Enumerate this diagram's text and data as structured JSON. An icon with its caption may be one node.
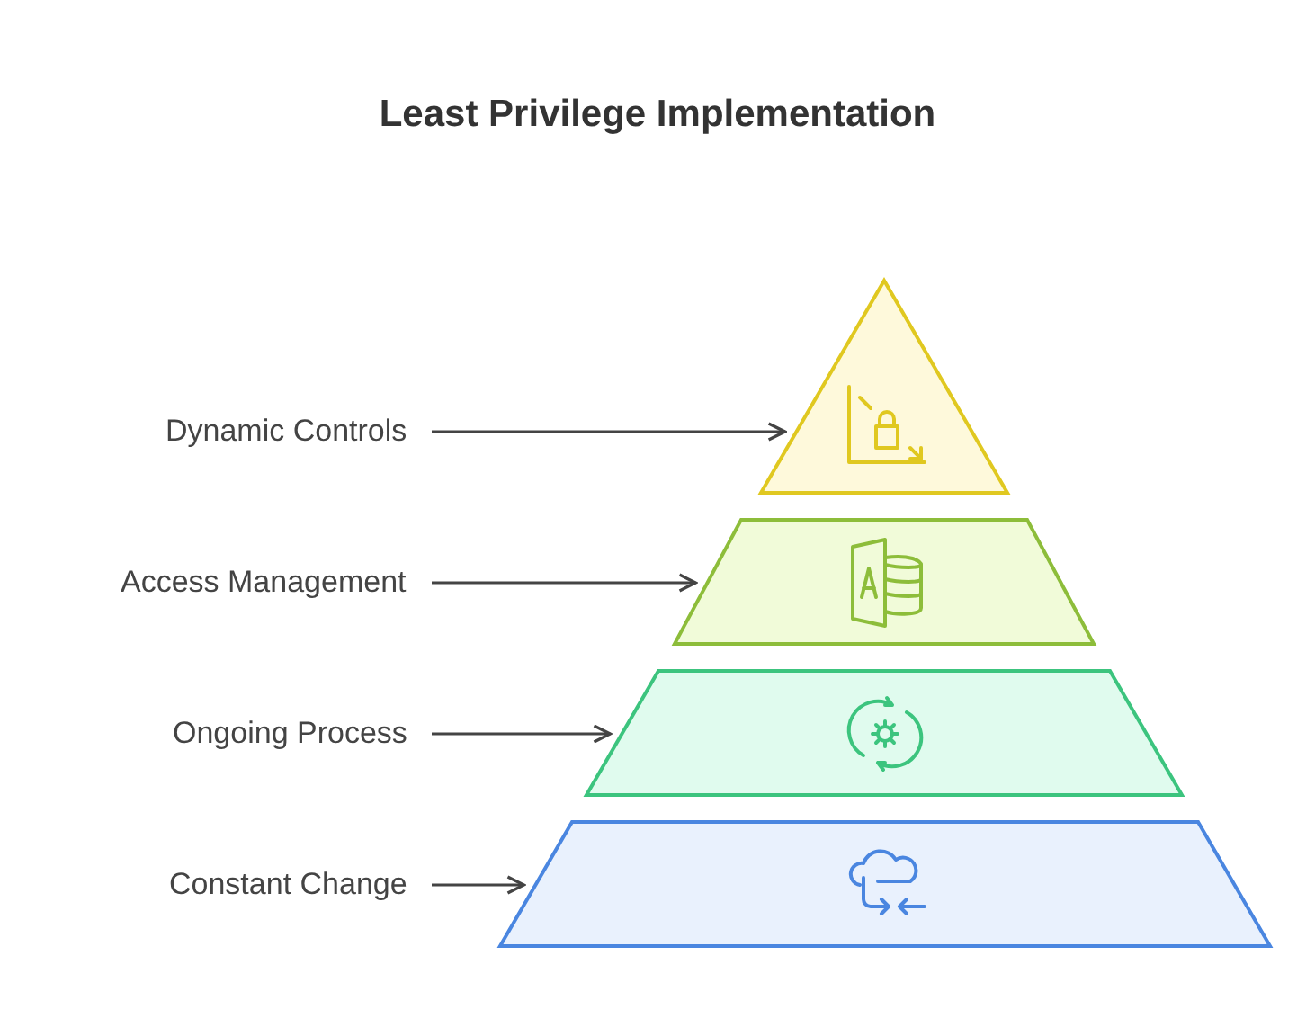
{
  "diagram": {
    "title": "Least Privilege Implementation",
    "nodes": [
      {
        "text": [
          "Dynamic Controls"
        ]
      },
      {
        "text": [],
        "shape": "triangle"
      },
      {
        "text": [
          "Access Management"
        ]
      },
      {
        "text": [],
        "shape": "trapezoid"
      },
      {
        "text": [
          "Ongoing Process"
        ]
      },
      {
        "text": [],
        "shape": "trapezoid"
      },
      {
        "text": [
          "Constant Change"
        ]
      },
      {
        "text": [],
        "shape": "trapezoid"
      }
    ],
    "edges": [
      {
        "from": 0,
        "to": 1,
        "arrow": "to"
      },
      {
        "from": 2,
        "to": 3,
        "arrow": "to"
      },
      {
        "from": 4,
        "to": 5,
        "arrow": "to"
      },
      {
        "from": 6,
        "to": 7,
        "arrow": "to"
      }
    ]
  }
}
